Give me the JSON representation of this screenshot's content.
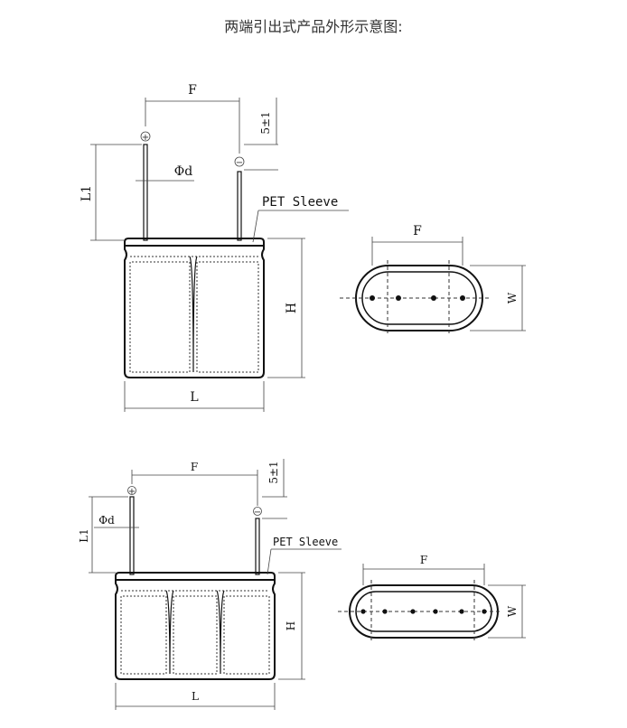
{
  "page": {
    "title": "两端引出式产品外形示意图:"
  },
  "diagram1": {
    "labels": {
      "F_top": "F",
      "tolerance": "5±1",
      "L1": "L1",
      "phi_d": "Φd",
      "sleeve": "PET  Sleeve",
      "H": "H",
      "L": "L",
      "F_side": "F",
      "W": "W",
      "plus": "+",
      "minus": "−"
    }
  },
  "diagram2": {
    "labels": {
      "F_top": "F",
      "tolerance": "5±1",
      "L1": "L1",
      "phi_d": "Φd",
      "sleeve": "PET  Sleeve",
      "H": "H",
      "L": "L",
      "F_side": "F",
      "W": "W",
      "plus": "+",
      "minus": "−"
    }
  }
}
